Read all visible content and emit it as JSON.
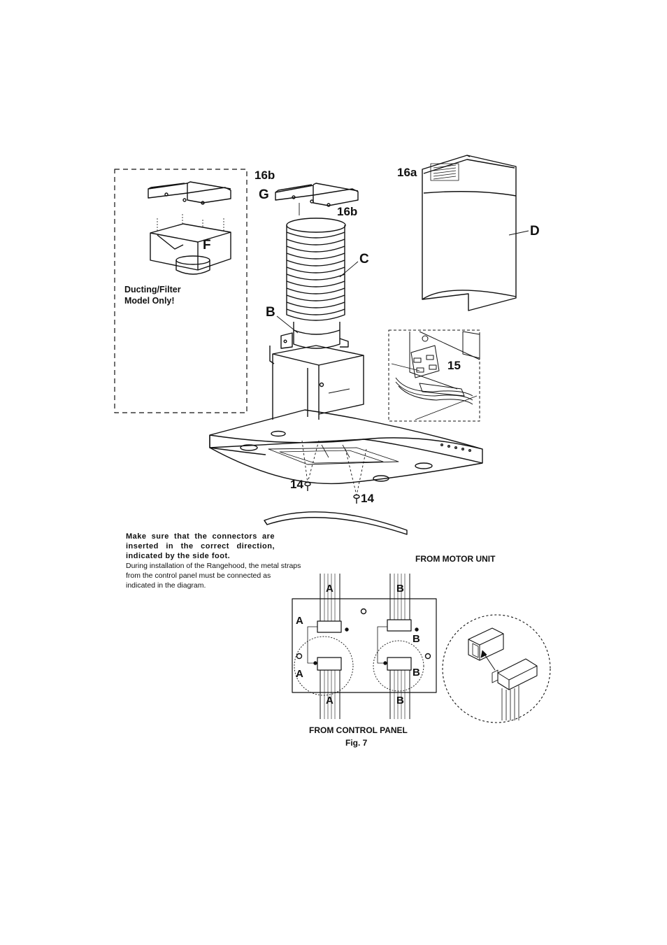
{
  "labels": {
    "g": "G",
    "b16_top": "16b",
    "b16_right": "16b",
    "a16": "16a",
    "d": "D",
    "c": "C",
    "b": "B",
    "f": "F",
    "n15": "15",
    "n14_left": "14",
    "n14_right": "14"
  },
  "filter_note": [
    "Ducting/Filter",
    "Model Only!"
  ],
  "instructions": {
    "bold_lines": [
      "Make sure that the connectors are",
      "inserted in the correct direction,",
      "indicated by the side foot."
    ],
    "regular_lines": [
      "During installation of the Rangehood, the metal straps",
      "from the control panel must be connected as",
      "indicated in the diagram."
    ]
  },
  "wiring": {
    "from_motor": "FROM MOTOR UNIT",
    "from_control": "FROM CONTROL PANEL",
    "figure": "Fig. 7",
    "strap_a": "A",
    "strap_b": "B"
  }
}
